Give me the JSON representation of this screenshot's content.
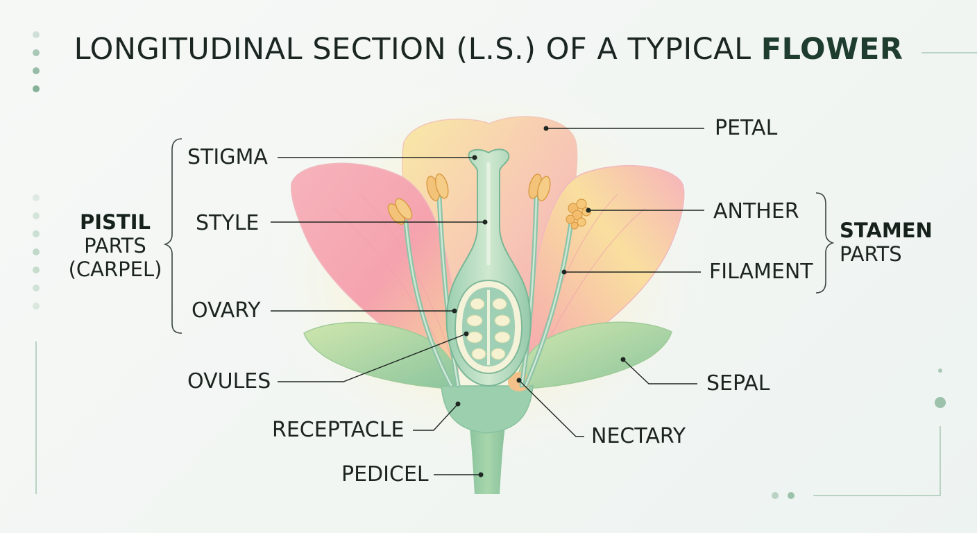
{
  "title": {
    "main": "LONGITUDINAL SECTION (L.S.) OF A TYPICAL",
    "emphasis": "FLOWER"
  },
  "labels": {
    "petal": "PETAL",
    "stigma": "STIGMA",
    "style": "STYLE",
    "ovary": "OVARY",
    "ovules": "OVULES",
    "receptacle": "RECEPTACLE",
    "pedicel": "PEDICEL",
    "anther": "ANTHER",
    "filament": "FILAMENT",
    "sepal": "SEPAL",
    "nectary": "NECTARY"
  },
  "groups": {
    "pistil": {
      "name": "PISTIL",
      "line2": "PARTS",
      "line3": "(CARPEL)"
    },
    "stamen": {
      "name": "STAMEN",
      "line2": "PARTS"
    }
  },
  "colors": {
    "petal_pink": "#f4a7b0",
    "petal_yellow": "#f9e7a0",
    "sepal_green": "#a9d18e",
    "pistil_green": "#8fc7a8",
    "anther_orange": "#f0b25a",
    "accent_green": "#1f3d2e"
  }
}
